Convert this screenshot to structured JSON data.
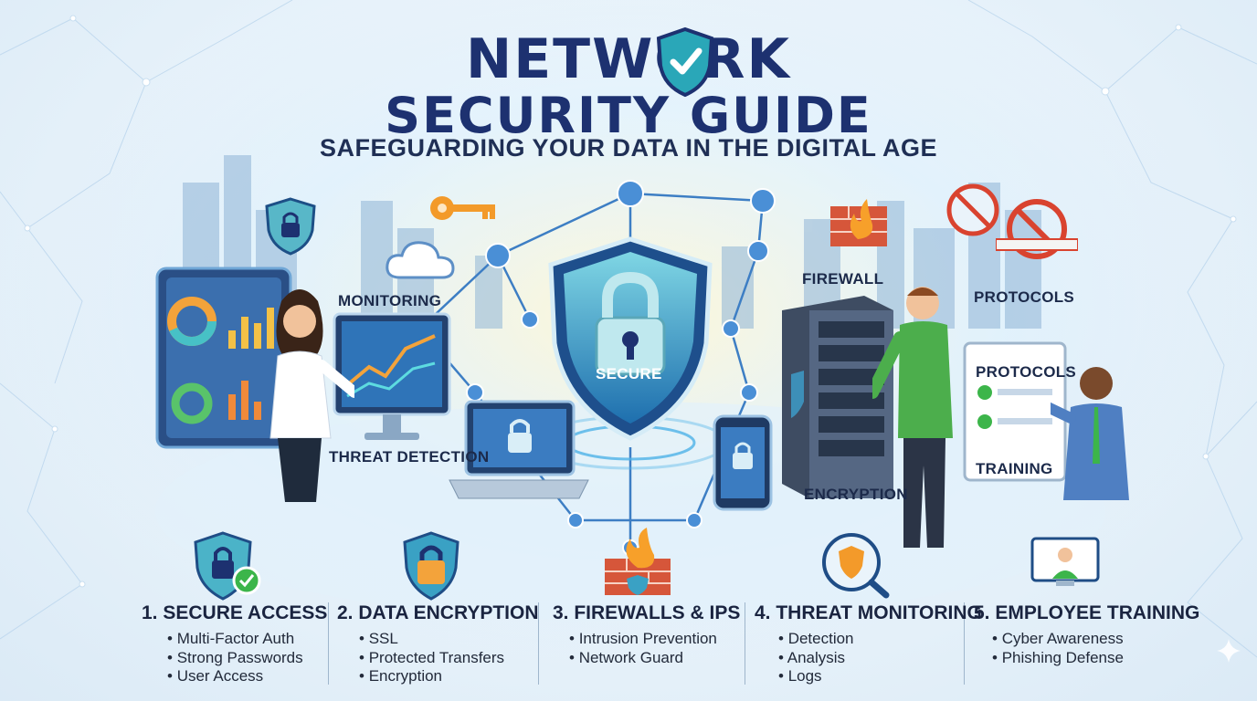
{
  "header": {
    "title_line1": "NETWORK",
    "title_line2": "SECURITY GUIDE",
    "subtitle": "SAFEGUARDING YOUR DATA IN THE DIGITAL AGE"
  },
  "scene_labels": {
    "monitoring": "MONITORING",
    "threat_detection": "THREAT DETECTION",
    "firewall": "FIREWALL",
    "protocols": "PROTOCOLS",
    "protocols_board": "PROTOCOLS",
    "training": "TRAINING",
    "encryption": "ENCRYPTION",
    "secure": "SECURE"
  },
  "sections": [
    {
      "title": "1. SECURE ACCESS",
      "icon": "shield-lock-icon",
      "items": [
        "Multi-Factor Auth",
        "Strong Passwords",
        "User Access"
      ]
    },
    {
      "title": "2. DATA ENCRYPTION",
      "icon": "padlock-icon",
      "items": [
        "SSL",
        "Protected Transfers",
        "Encryption"
      ]
    },
    {
      "title": "3. FIREWALLS & IPS",
      "icon": "firewall-icon",
      "items": [
        "Intrusion Prevention",
        "Network Guard"
      ]
    },
    {
      "title": "4. THREAT MONITORING",
      "icon": "radar-magnifier-icon",
      "items": [
        "Detection",
        "Analysis",
        "Logs"
      ]
    },
    {
      "title": "5. EMPLOYEE TRAINING",
      "icon": "video-training-icon",
      "items": [
        "Cyber Awareness",
        "Phishing Defense"
      ]
    }
  ],
  "colors": {
    "title": "#1d3170",
    "shield_teal": "#2aa7b8",
    "accent_blue": "#2f7fd1",
    "fire_orange": "#f07a1d",
    "brick_red": "#c9482b",
    "check_green": "#3cb54a"
  }
}
